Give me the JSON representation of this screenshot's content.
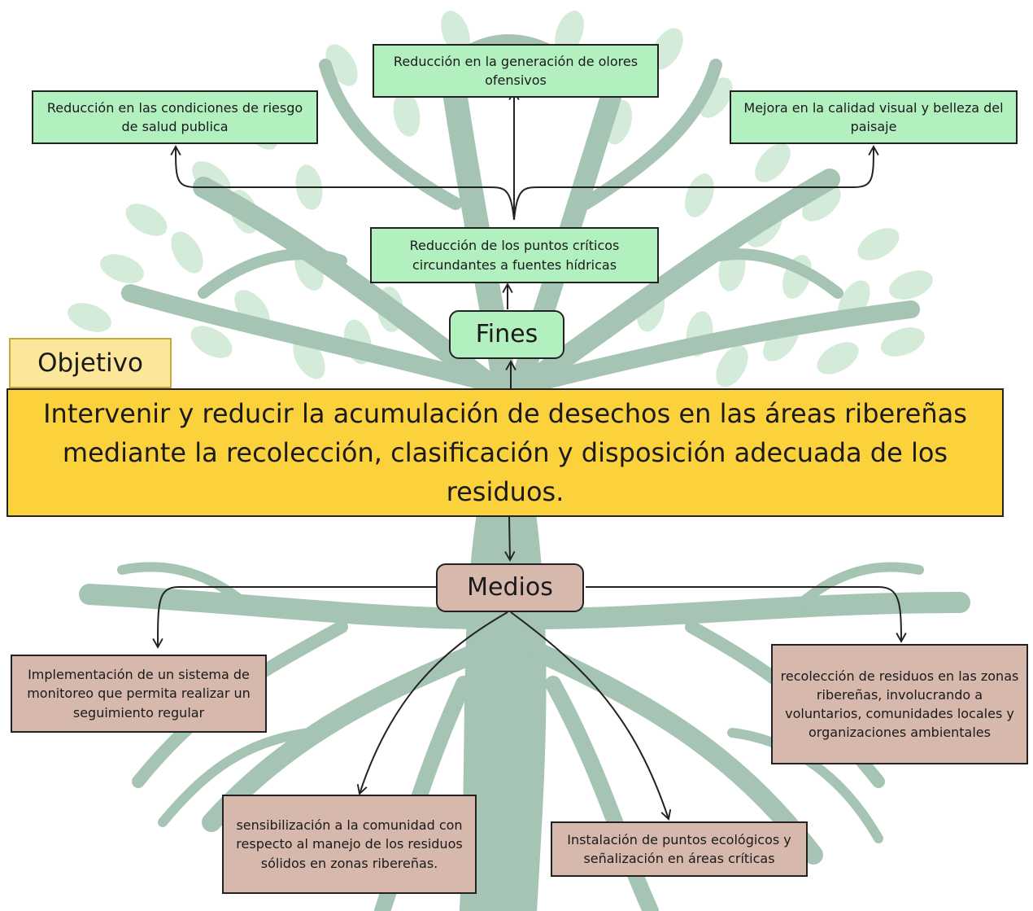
{
  "colors": {
    "fines_box": "#b3f0c0",
    "medios_box": "#d6b8ad",
    "objective_box": "#fcd23c",
    "objective_label": "#fbe69a",
    "tree_branches": "#a6c4b4",
    "tree_leaves": "#d3ebd8"
  },
  "icons": {
    "background": "tree-illustration"
  },
  "fines": {
    "label": "Fines",
    "direct": "Reducción de los puntos críticos circundantes a fuentes hídricas",
    "indirect": [
      "Reducción en las condiciones de riesgo de salud publica",
      "Reducción en la generación de olores ofensivos",
      "Mejora en la calidad visual y belleza del paisaje"
    ]
  },
  "objective": {
    "label": "Objetivo",
    "text": "Intervenir y reducir la acumulación de desechos en las áreas ribereñas mediante la recolección, clasificación y disposición adecuada de los residuos."
  },
  "medios": {
    "label": "Medios",
    "items": [
      "Implementación de un sistema de monitoreo que permita realizar un seguimiento regular",
      "sensibilización a la comunidad con respecto al manejo de los residuos sólidos en zonas ribereñas.",
      "Instalación de puntos ecológicos y señalización en áreas críticas",
      "recolección de residuos en las zonas ribereñas, involucrando a voluntarios, comunidades locales y organizaciones ambientales"
    ]
  }
}
